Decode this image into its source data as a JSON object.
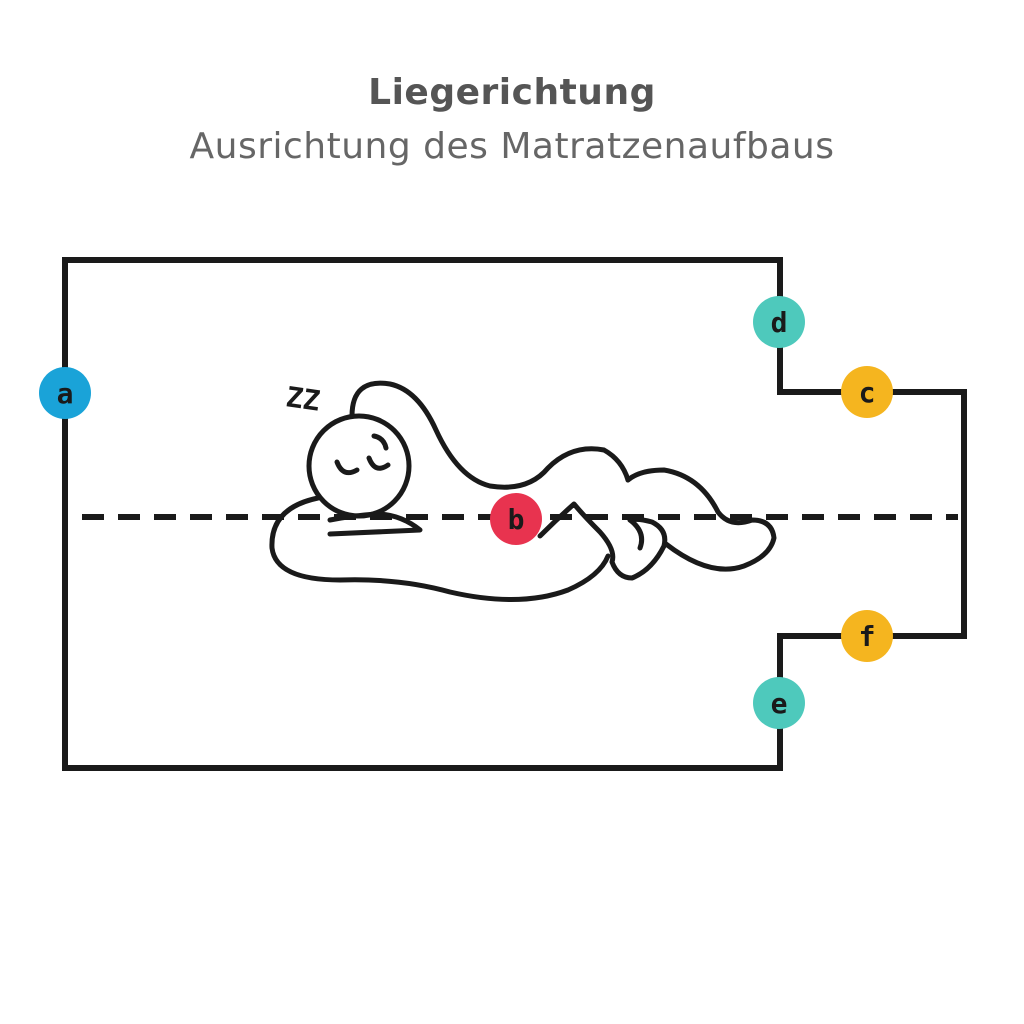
{
  "header": {
    "title": "Liegerichtung",
    "subtitle": "Ausrichtung des Matratzenaufbaus"
  },
  "snore_text": "ZZ",
  "markers": [
    {
      "id": "a",
      "label": "a",
      "color": "#1aa3d8"
    },
    {
      "id": "b",
      "label": "b",
      "color": "#e8334f"
    },
    {
      "id": "c",
      "label": "c",
      "color": "#f5b51f"
    },
    {
      "id": "d",
      "label": "d",
      "color": "#4ec9bc"
    },
    {
      "id": "e",
      "label": "e",
      "color": "#4ec9bc"
    },
    {
      "id": "f",
      "label": "f",
      "color": "#f5b51f"
    }
  ],
  "colors": {
    "outline": "#1a1a1a",
    "title": "#555555",
    "subtitle": "#666666",
    "marker_text": "#1a1a1a"
  },
  "icons": {
    "sleeper": "sleeping-person-icon"
  }
}
